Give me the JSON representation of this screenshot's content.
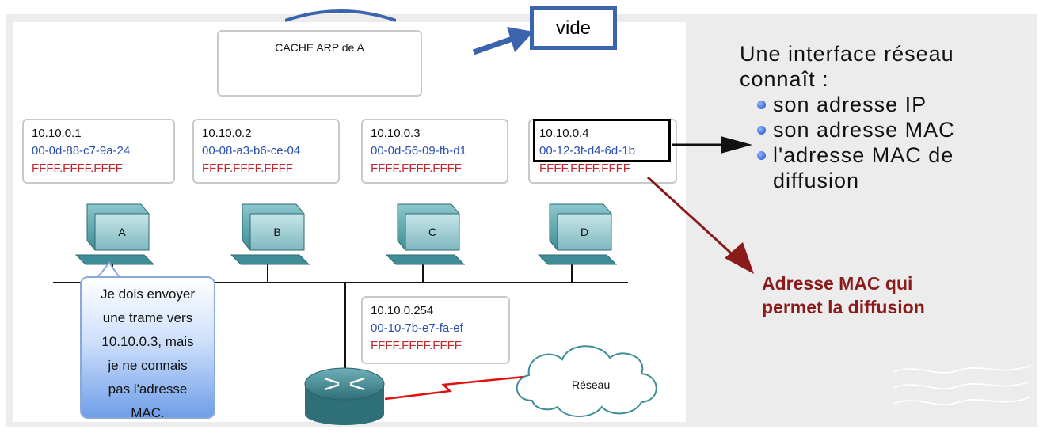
{
  "arp_cache": {
    "title": "CACHE ARP de A"
  },
  "vide_label": "vide",
  "hosts": [
    {
      "id": "A",
      "ip": "10.10.0.1",
      "mac": "00-0d-88-c7-9a-24",
      "broadcast": "FFFF.FFFF.FFFF"
    },
    {
      "id": "B",
      "ip": "10.10.0.2",
      "mac": "00-08-a3-b6-ce-04",
      "broadcast": "FFFF.FFFF.FFFF"
    },
    {
      "id": "C",
      "ip": "10.10.0.3",
      "mac": "00-0d-56-09-fb-d1",
      "broadcast": "FFFF.FFFF.FFFF"
    },
    {
      "id": "D",
      "ip": "10.10.0.4",
      "mac": "00-12-3f-d4-6d-1b",
      "broadcast": "FFFF.FFFF.FFFF"
    }
  ],
  "router": {
    "ip": "10.10.0.254",
    "mac": "00-10-7b-e7-fa-ef",
    "broadcast": "FFFF.FFFF.FFFF"
  },
  "cloud_label": "Réseau",
  "speech_bubble": [
    "Je dois envoyer",
    "une trame vers",
    "10.10.0.3, mais",
    "je ne connais",
    "pas l'adresse",
    "MAC."
  ],
  "right_panel": {
    "heading_line1": "Une interface réseau",
    "heading_line2": "connaît :",
    "bullets": [
      "son adresse IP",
      "son adresse MAC",
      "l'adresse MAC de",
      "diffusion"
    ]
  },
  "broadcast_note": {
    "line1": "Adresse MAC qui",
    "line2": "permet la diffusion"
  },
  "colors": {
    "mac_blue": "#2a4fb3",
    "broadcast_red": "#c0282f",
    "arrow_blue": "#3b64ac",
    "note_red": "#8b1a1a"
  }
}
